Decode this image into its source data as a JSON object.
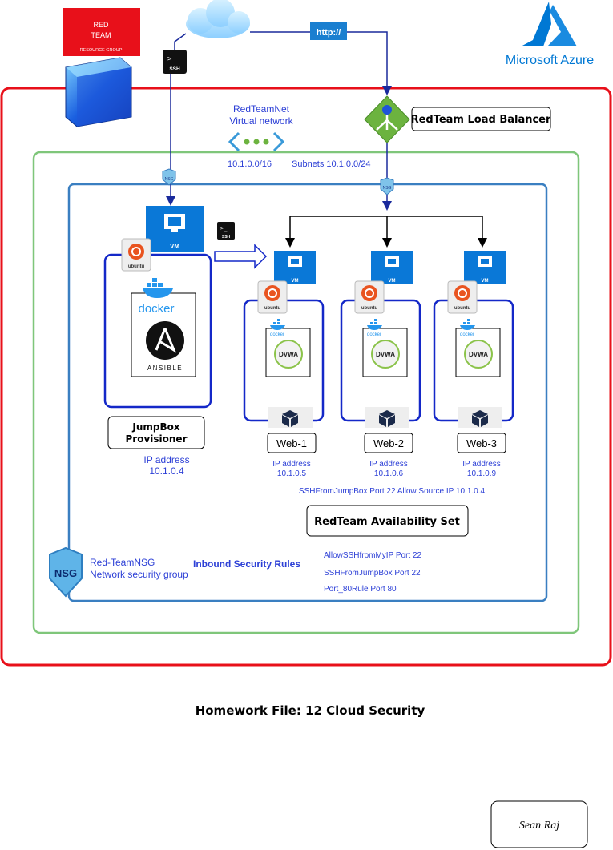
{
  "resource_group": {
    "logo_line1": "RED",
    "logo_line2": "TEAM",
    "caption": "RESOURCE GROUP"
  },
  "azure_logo": {
    "label": "Microsoft Azure"
  },
  "internet": {
    "ssh_badge": "SSH",
    "http_badge": "http://"
  },
  "load_balancer": {
    "label": "RedTeam Load Balancer"
  },
  "vnet": {
    "name": "RedTeamNet",
    "type": "Virtual network",
    "address_space": "10.1.0.0/16",
    "subnet": "Subnets 10.1.0.0/24"
  },
  "nsg_badge": "NSG",
  "jumpbox": {
    "vm_label": "VM",
    "ssh_badge": "SSH",
    "ubuntu_label": "ubuntu",
    "docker_label": "docker",
    "ansible_label": "ANSIBLE",
    "title_line1": "JumpBox",
    "title_line2": "Provisioner",
    "ip_label": "IP address",
    "ip_value": "10.1.0.4"
  },
  "webs": [
    {
      "vm_label": "VM",
      "name": "Web-1",
      "ip_label": "IP address",
      "ip_value": "10.1.0.5",
      "ubuntu_label": "ubuntu",
      "docker_label": "docker",
      "dvwa_label": "DVWA"
    },
    {
      "vm_label": "VM",
      "name": "Web-2",
      "ip_label": "IP address",
      "ip_value": "10.1.0.6",
      "ubuntu_label": "ubuntu",
      "docker_label": "docker",
      "dvwa_label": "DVWA"
    },
    {
      "vm_label": "VM",
      "name": "Web-3",
      "ip_label": "IP address",
      "ip_value": "10.1.0.9",
      "ubuntu_label": "ubuntu",
      "docker_label": "docker",
      "dvwa_label": "DVWA"
    }
  ],
  "ssh_rule_note": "SSHFromJumpBox Port 22 Allow Source IP 10.1.0.4",
  "availability_set": {
    "label": "RedTeam Availability Set"
  },
  "nsg": {
    "name": "Red-TeamNSG",
    "type": "Network security group",
    "rules_title": "Inbound Security Rules",
    "rules": [
      "AllowSSHfromMyIP Port 22",
      "SSHFromJumpBox Port 22",
      "Port_80Rule Port 80"
    ]
  },
  "footer": {
    "title": "Homework File: 12 Cloud Security",
    "author": "Sean Raj"
  },
  "colors": {
    "resource_group_border": "#e8101a",
    "vnet_border": "#7fc67a",
    "subnet_border": "#3a7fc1",
    "vm_border": "#1428c8",
    "azure_blue": "#0078d4",
    "text_blue": "#2c3fd6"
  }
}
